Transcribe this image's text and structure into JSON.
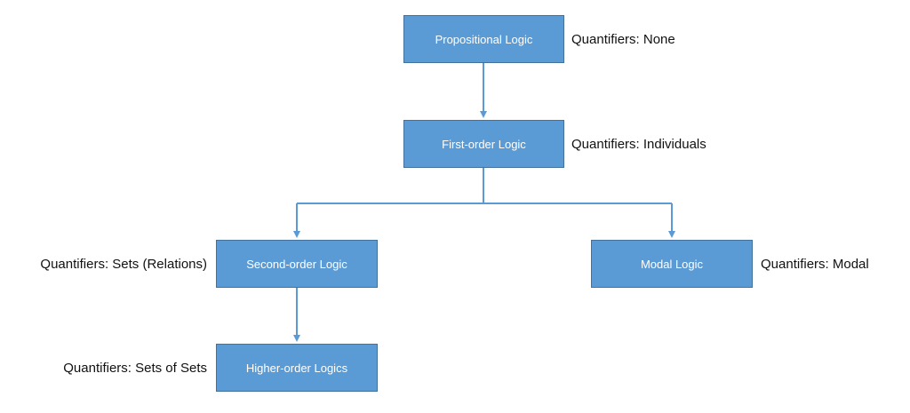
{
  "colors": {
    "node_fill": "#5b9bd5",
    "node_border": "#41719c",
    "connector": "#5b9bd5",
    "node_text": "#ffffff",
    "note_text": "#111111"
  },
  "nodes": {
    "propositional": {
      "label": "Propositional Logic",
      "quantifiers": "Quantifiers: None"
    },
    "first_order": {
      "label": "First-order Logic",
      "quantifiers": "Quantifiers: Individuals"
    },
    "second_order": {
      "label": "Second-order Logic",
      "quantifiers": "Quantifiers: Sets (Relations)"
    },
    "modal": {
      "label": "Modal Logic",
      "quantifiers": "Quantifiers: Modal"
    },
    "higher_order": {
      "label": "Higher-order Logics",
      "quantifiers": "Quantifiers: Sets of Sets"
    }
  },
  "edges": [
    {
      "from": "Propositional Logic",
      "to": "First-order Logic"
    },
    {
      "from": "First-order Logic",
      "to": "Second-order Logic"
    },
    {
      "from": "First-order Logic",
      "to": "Modal Logic"
    },
    {
      "from": "Second-order Logic",
      "to": "Higher-order Logics"
    }
  ]
}
